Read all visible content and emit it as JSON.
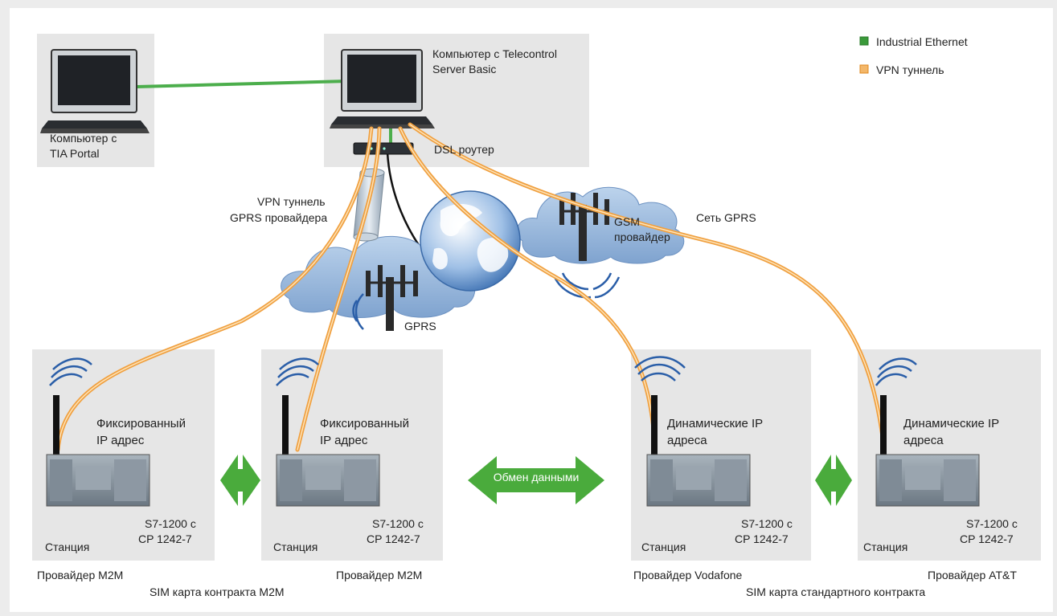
{
  "legend": {
    "items": [
      {
        "label": "Industrial Ethernet",
        "color": "#3a9a3a"
      },
      {
        "label": "VPN туннель",
        "color": "#f0a040"
      }
    ]
  },
  "nodes": {
    "pc_tia": {
      "line1": "Компьютер с",
      "line2": "TIA Portal"
    },
    "pc_server": {
      "line1": "Компьютер с Telecontrol",
      "line2": "Server Basic"
    },
    "dsl_router": "DSL роутер",
    "vpn_tunnel_gprs": {
      "line1": "VPN туннель",
      "line2": "GPRS провайдера"
    },
    "gsm_provider": {
      "line1": "GSM",
      "line2": "провайдер"
    },
    "gprs_network": "Сеть GPRS",
    "gprs_label": "GPRS"
  },
  "stations": [
    {
      "ip": {
        "line1": "Фиксированный",
        "line2": "IP адрес"
      },
      "station": "Станция",
      "device": {
        "line1": "S7-1200 с",
        "line2": "CP 1242-7"
      },
      "provider": "Провайдер M2M"
    },
    {
      "ip": {
        "line1": "Фиксированный",
        "line2": "IP адрес"
      },
      "station": "Станция",
      "device": {
        "line1": "S7-1200 с",
        "line2": "CP 1242-7"
      },
      "provider": "Провайдер M2M"
    },
    {
      "ip": {
        "line1": "Динамические IP",
        "line2": "адреса"
      },
      "station": "Станция",
      "device": {
        "line1": "S7-1200 с",
        "line2": "CP 1242-7"
      },
      "provider": "Провайдер Vodafone"
    },
    {
      "ip": {
        "line1": "Динамические IP",
        "line2": "адреса"
      },
      "station": "Станция",
      "device": {
        "line1": "S7-1200 с",
        "line2": "CP 1242-7"
      },
      "provider": "Провайдер AT&T"
    }
  ],
  "data_exchange": "Обмен данными",
  "sim_m2m": "SIM карта контракта M2M",
  "sim_standard": "SIM карта стандартного контракта"
}
